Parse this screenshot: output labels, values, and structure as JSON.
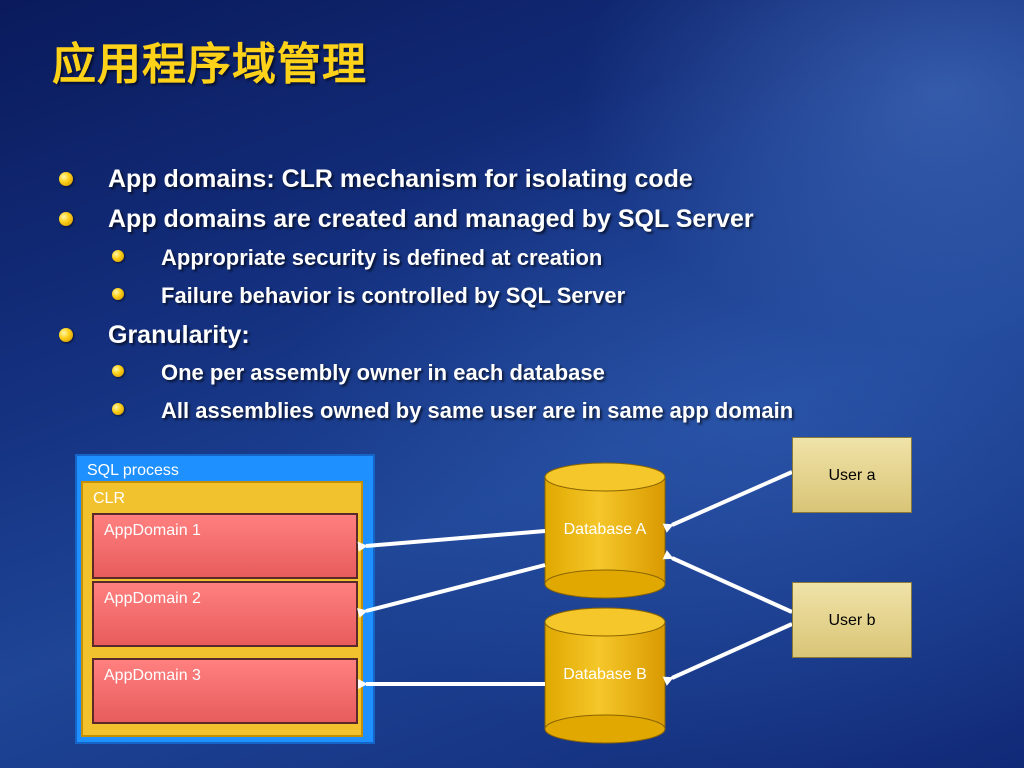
{
  "slide": {
    "title": "应用程序域管理",
    "bullets": [
      {
        "level": 1,
        "text": "App domains: CLR mechanism for isolating code"
      },
      {
        "level": 1,
        "text": "App domains are created and managed by SQL Server"
      },
      {
        "level": 2,
        "text": "Appropriate security is defined at creation"
      },
      {
        "level": 2,
        "text": "Failure behavior is controlled by SQL Server"
      },
      {
        "level": 1,
        "text": "Granularity:"
      },
      {
        "level": 2,
        "text": "One per assembly owner in each database"
      },
      {
        "level": 2,
        "text": "All assemblies owned by same user are in same app domain"
      }
    ]
  },
  "diagram": {
    "sql_process_label": "SQL process",
    "clr_label": "CLR",
    "appdomains": [
      "AppDomain 1",
      "AppDomain 2",
      "AppDomain 3"
    ],
    "databases": [
      "Database A",
      "Database B"
    ],
    "users": [
      "User a",
      "User b"
    ]
  },
  "colors": {
    "title": "#ffd21a",
    "sql_process": "#1e90ff",
    "clr": "#f2c12e",
    "appdomain": "#ff8080",
    "database": "#f2c12e",
    "user": "#e8d99a"
  }
}
